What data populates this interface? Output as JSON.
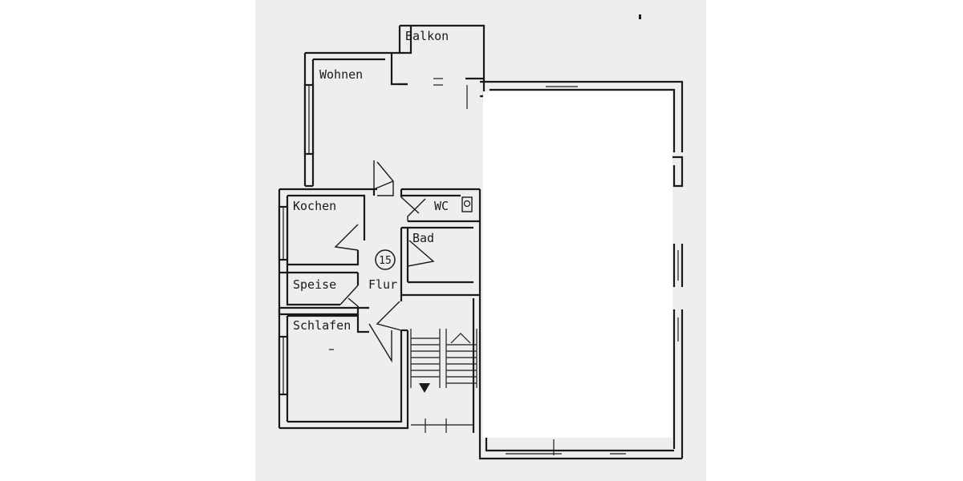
{
  "rooms": {
    "balkon": "Balkon",
    "wohnen": "Wohnen",
    "kochen": "Kochen",
    "wc": "WC",
    "bad": "Bad",
    "speise": "Speise",
    "flur": "Flur",
    "schlafen": "Schlafen"
  },
  "unit_number": "15",
  "colors": {
    "paper": "#eeeeee",
    "ink": "#1a1a1a",
    "redaction": "#ffffff"
  }
}
